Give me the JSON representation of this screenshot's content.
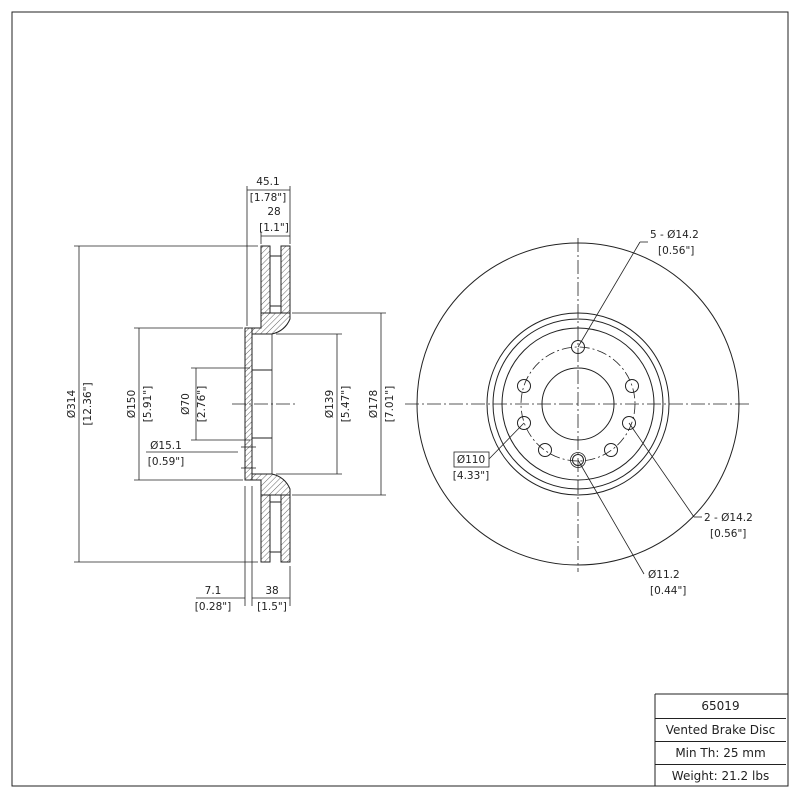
{
  "side_view": {
    "overall_width": {
      "mm": "45.1",
      "in": "[1.78\"]"
    },
    "disc_thickness": {
      "mm": "28",
      "in": "[1.1\"]"
    },
    "outer_diameter": {
      "mm": "Ø314",
      "in": "[12.36\"]"
    },
    "hat_diameter": {
      "mm": "Ø150",
      "in": "[5.91\"]"
    },
    "center_bore": {
      "mm": "Ø70",
      "in": "[2.76\"]"
    },
    "hole_depth": {
      "mm": "Ø15.1",
      "in": "[0.59\"]"
    },
    "inner_diameter": {
      "mm": "Ø139",
      "in": "[5.47\"]"
    },
    "friction_inner": {
      "mm": "Ø178",
      "in": "[7.01\"]"
    },
    "hat_thickness": {
      "mm": "7.1",
      "in": "[0.28\"]"
    },
    "hat_height": {
      "mm": "38",
      "in": "[1.5\"]"
    }
  },
  "front_view": {
    "bolt_holes_primary": {
      "mm": "5 - Ø14.2",
      "in": "[0.56\"]"
    },
    "bolt_holes_secondary": {
      "mm": "2 - Ø14.2",
      "in": "[0.56\"]"
    },
    "pitch_circle": {
      "mm": "Ø110",
      "in": "[4.33\"]"
    },
    "locator_hole": {
      "mm": "Ø11.2",
      "in": "[0.44\"]"
    }
  },
  "title_block": {
    "part_number": "65019",
    "description": "Vented Brake Disc",
    "min_thickness": "Min Th: 25 mm",
    "weight": "Weight: 21.2 lbs"
  }
}
